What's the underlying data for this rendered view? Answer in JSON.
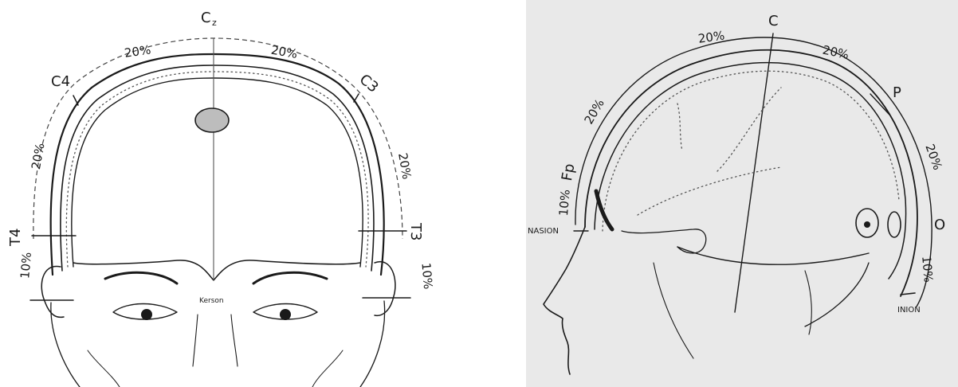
{
  "front_view": {
    "cz": "C",
    "cz_sub": "z",
    "c4": "C4",
    "c3": "C3",
    "t4": "T4",
    "t3": "T3",
    "pct_left_top": "20%",
    "pct_right_top": "20%",
    "pct_left_side": "20%",
    "pct_right_side": "20%",
    "pct_left_low": "10%",
    "pct_right_low": "10%",
    "signature": "Kerson"
  },
  "side_view": {
    "c": "C",
    "p": "P",
    "o": "O",
    "fp": "Fp",
    "pct_top_left": "20%",
    "pct_top_right": "20%",
    "pct_front": "20%",
    "pct_back": "20%",
    "pct_front_low": "10%",
    "pct_back_low": "10%",
    "nasion": "NASION",
    "inion": "INION"
  },
  "colors": {
    "ink": "#1a1a1a",
    "side_background": "#e9e9e9",
    "ventricle_fill": "#bdbdbd"
  }
}
